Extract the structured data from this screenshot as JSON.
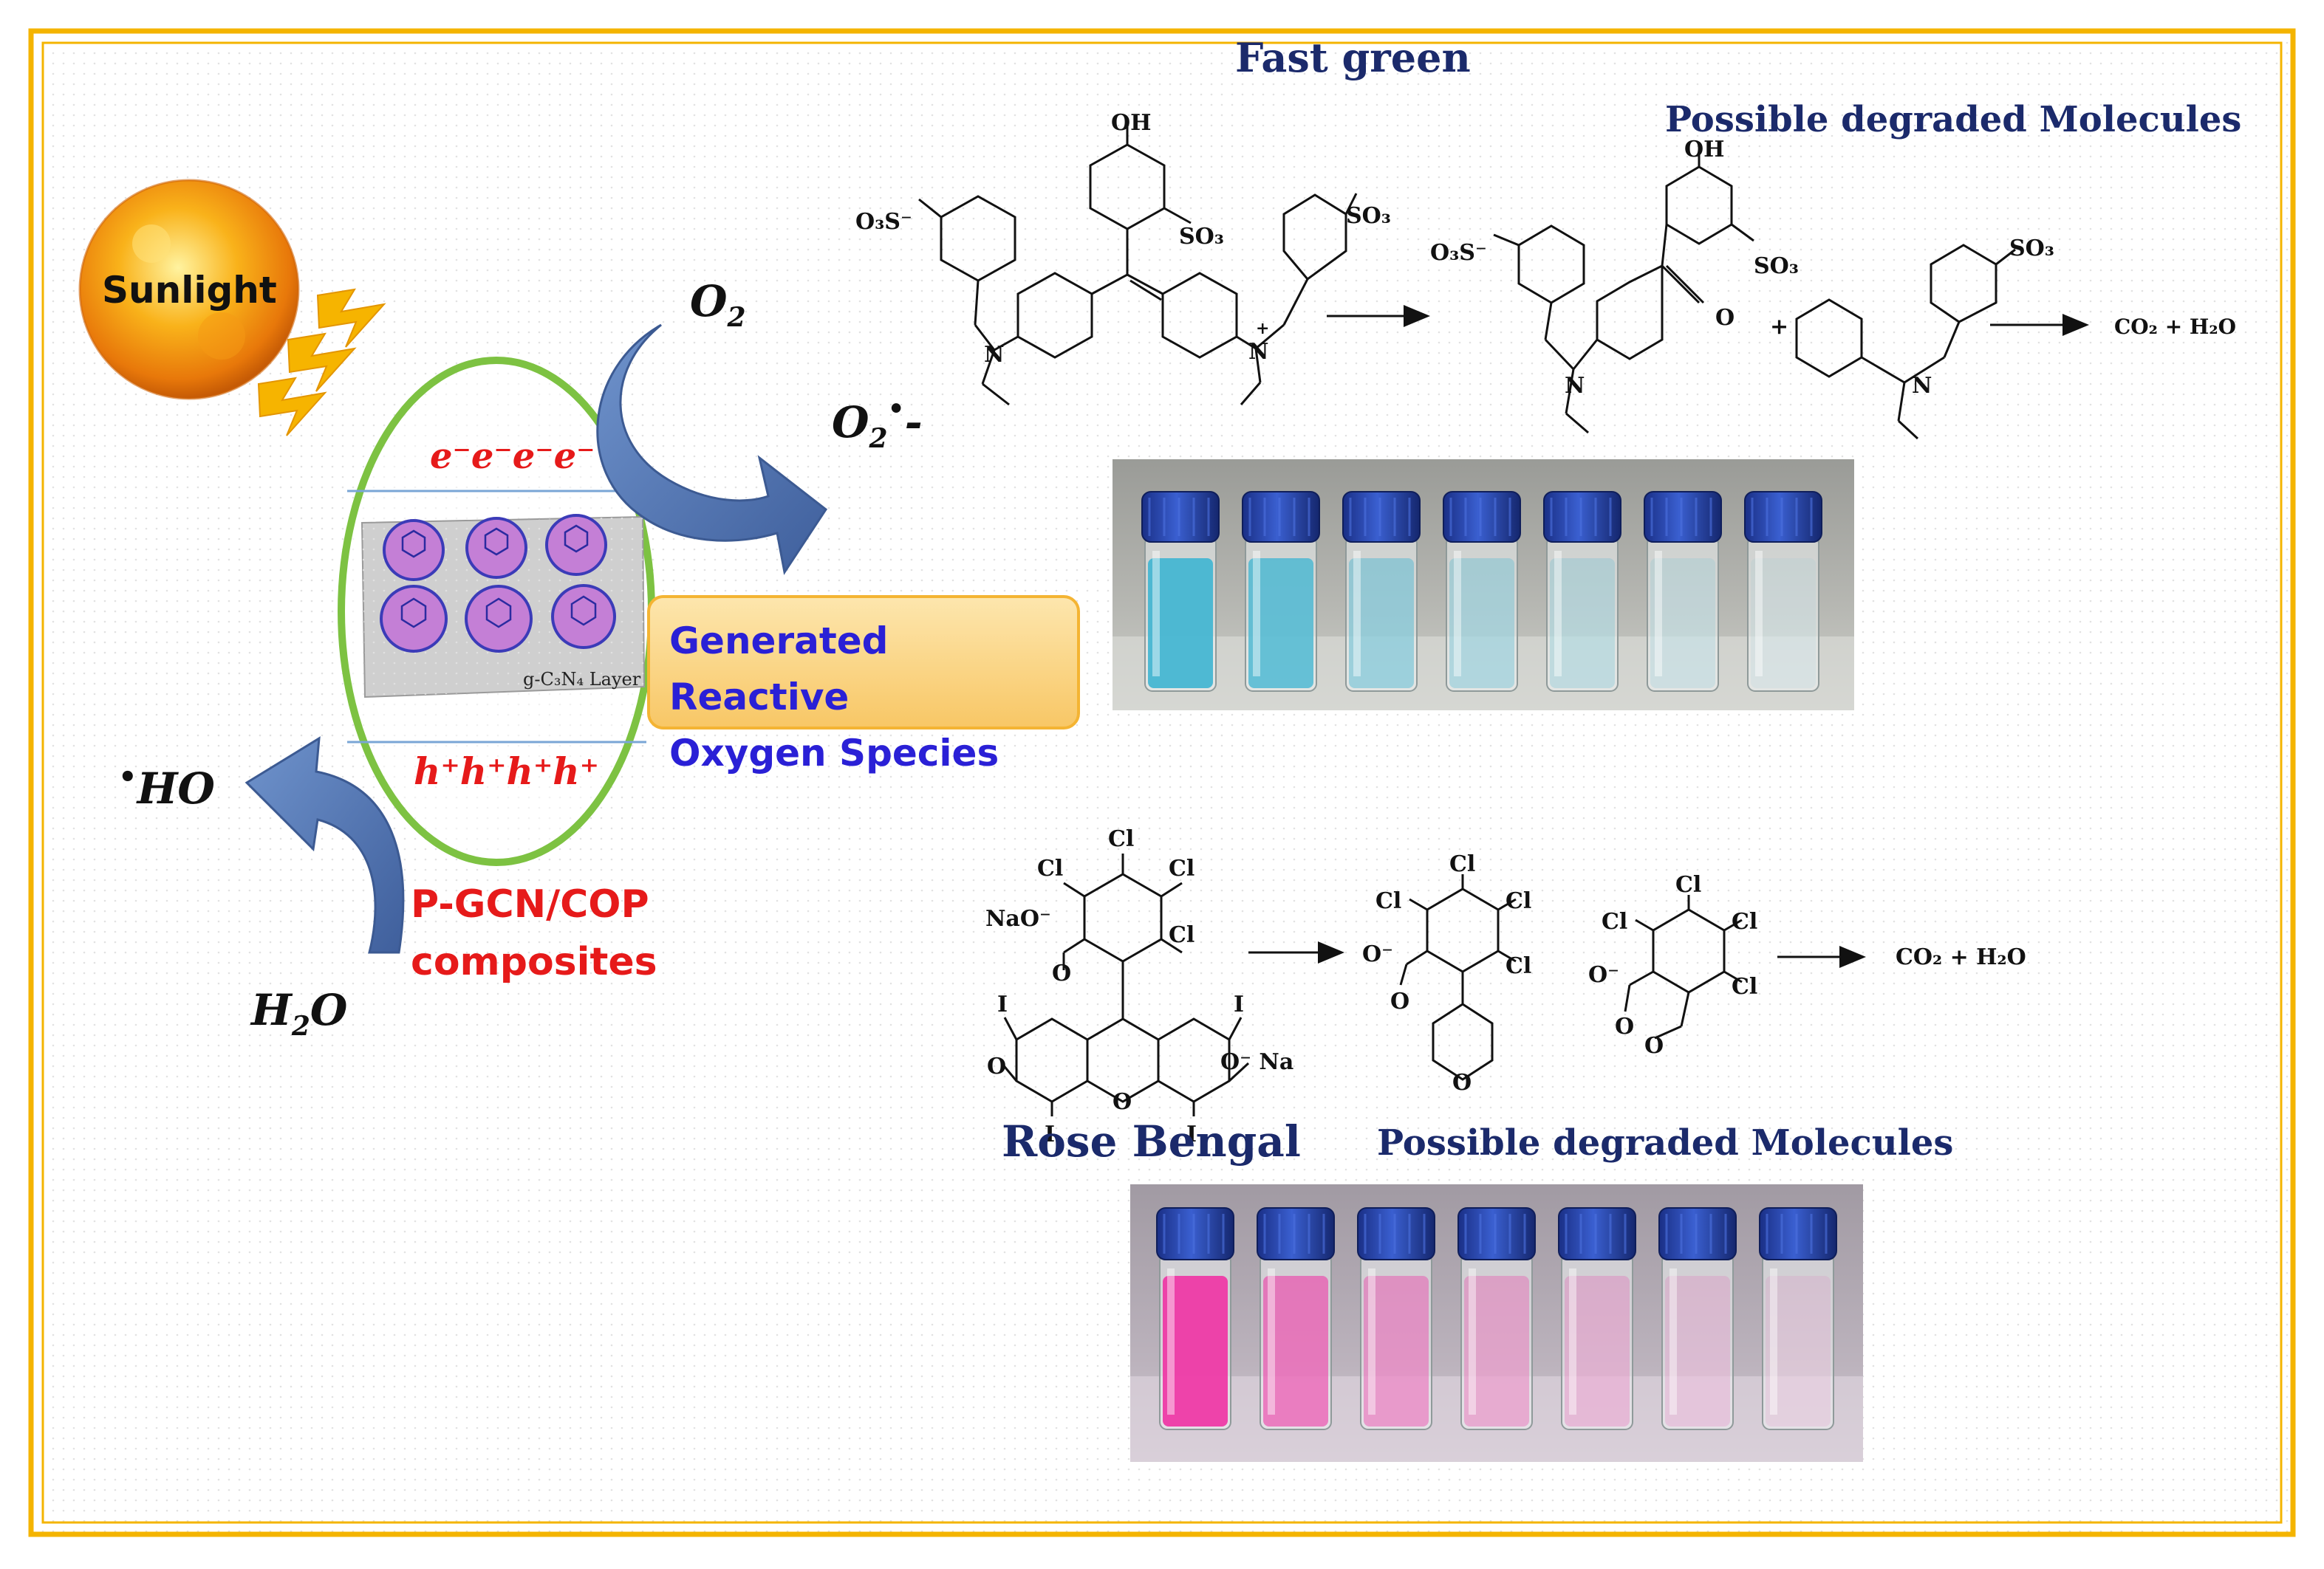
{
  "labels": {
    "fast_green": "Fast green",
    "possible_degraded_1": "Possible degraded Molecules",
    "rose_bengal": "Rose Bengal",
    "possible_degraded_2": "Possible degraded Molecules",
    "sunlight": "Sunlight",
    "o2": "O",
    "o2_sub": "2",
    "superoxide": "O",
    "superoxide_sub": "2",
    "superoxide_sup": "•",
    "superoxide_charge": "-",
    "hydroxyl": "HO",
    "hydroxyl_dot": "•",
    "water": "H",
    "water_sub": "2",
    "water_end": "O",
    "electrons": "e⁻e⁻e⁻e⁻",
    "holes": "h⁺h⁺h⁺h⁺",
    "layer": "g-C₃N₄ Layer",
    "ros_line1": "Generated Reactive",
    "ros_line2": "Oxygen Species",
    "composite_line1": "P-GCN/COP",
    "composite_line2": "composites"
  },
  "fast_green_chem": {
    "oh_top": "OH",
    "so3_a": "O₃S⁻",
    "so3_b": "SO₃",
    "so3_c": "SO₃",
    "n_left": "N",
    "n_right": "N",
    "plus": "+",
    "oh_prod": "OH",
    "so3_prod_a": "O₃S⁻",
    "so3_prod_b": "SO₃",
    "o_prod": "O",
    "plus_sign": "+",
    "so3_prod_c": "SO₃",
    "n_prod_a": "N",
    "n_prod_b": "N",
    "final": "CO₂ + H₂O"
  },
  "rose_bengal_chem": {
    "cl1": "Cl",
    "cl2": "Cl",
    "cl3": "Cl",
    "cl4": "Cl",
    "na_o": "NaO⁻",
    "o_carbonyl": "O",
    "i1": "I",
    "i2": "I",
    "i3": "I",
    "i4": "I",
    "o_ring": "O",
    "o_left": "O",
    "o_na": "O⁻ Na",
    "p1_cl1": "Cl",
    "p1_cl2": "Cl",
    "p1_cl3": "Cl",
    "p1_cl4": "Cl",
    "p1_o": "O⁻",
    "p1_o2": "O",
    "p1_oring": "O",
    "p2_cl1": "Cl",
    "p2_cl2": "Cl",
    "p2_cl3": "Cl",
    "p2_cl4": "Cl",
    "p2_o": "O⁻",
    "p2_o2": "O",
    "p2_o3": "O",
    "final": "CO₂ + H₂O"
  },
  "colors": {
    "frame": "#f4b400",
    "title_navy": "#1b2a6b",
    "ros_text": "#2a20d6",
    "red_text": "#e61a1a",
    "arrow_blue": "#5679b4",
    "ellipse_green": "#7dc242",
    "fast_green_vial": "#46b6d2",
    "rose_bengal_vial": "#ee3aa6",
    "cap_blue": "#1f3ea8"
  },
  "vials_fast_green": [
    0.95,
    0.8,
    0.45,
    0.32,
    0.22,
    0.14,
    0.07
  ],
  "vials_rose_bengal": [
    0.95,
    0.6,
    0.42,
    0.32,
    0.24,
    0.16,
    0.1
  ]
}
